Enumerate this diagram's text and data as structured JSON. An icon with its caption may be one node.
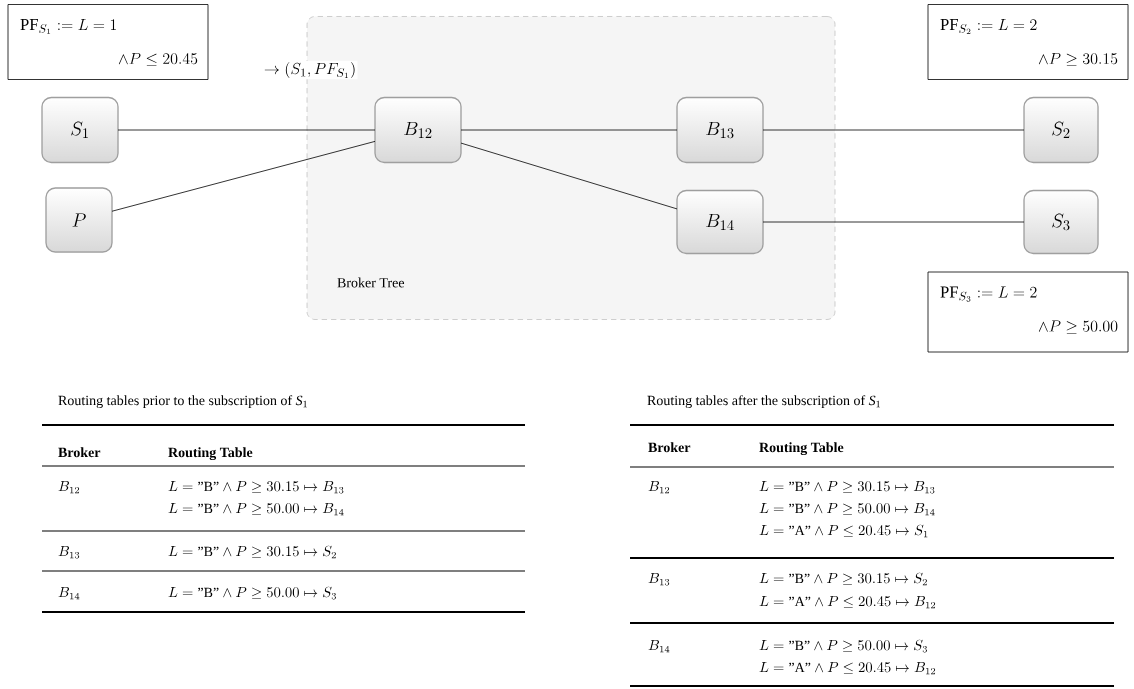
{
  "diagram": {
    "nodes": [
      {
        "text": [
          "\\mathrm{PF}_{S_1} := L = 1",
          "\\wedge P \\leq 20.45"
        ]
      },
      {
        "text": [
          "\\mathrm{PF}_{S_2} := L = 2",
          "\\wedge P \\geq 30.15"
        ]
      },
      {
        "text": [
          "S_1"
        ]
      },
      {
        "text": [
          "Broker Tree"
        ]
      },
      {
        "text": [
          "B_{12}"
        ],
        "in": 3
      },
      {
        "text": [
          "B_{13}"
        ],
        "in": 3
      },
      {
        "text": [
          "S_2"
        ]
      },
      {
        "text": [
          "P"
        ]
      },
      {
        "text": [
          "B_{14}"
        ],
        "in": 3
      },
      {
        "text": [
          "S_3"
        ]
      },
      {
        "text": [
          "\\mathrm{PF}_{S_3} := L = 2",
          "\\wedge P \\geq 50.00"
        ]
      }
    ],
    "edges": [
      {
        "from": 2,
        "to": 4,
        "arrow": "none",
        "label": "\\rightarrow (S_1, PF_{S_1})"
      },
      {
        "from": 7,
        "to": 4,
        "arrow": "none"
      },
      {
        "from": 4,
        "to": 5,
        "arrow": "none"
      },
      {
        "from": 4,
        "to": 8,
        "arrow": "none"
      },
      {
        "from": 5,
        "to": 6,
        "arrow": "none"
      },
      {
        "from": 8,
        "to": 9,
        "arrow": "none"
      }
    ],
    "labels": [
      "Routing tables prior to the subscription of *S*$_{1}$",
      "Broker",
      "Routing Table",
      "B_{12}",
      "L = \\text{\"B\"} \\wedge P \\geq 30.15 \\mapsto B_{13}",
      "L = \\text{\"B\"} \\wedge P \\geq 50.00 \\mapsto B_{14}",
      "B_{13}",
      "L = \\text{\"B\"} \\wedge P \\geq 30.15 \\mapsto S_2",
      "B_{14}",
      "L = \\text{\"B\"} \\wedge P \\geq 50.00 \\mapsto S_3",
      "Routing tables after the subscription of *S*$_{1}$",
      "Broker",
      "Routing Table",
      "B_{12}",
      "L = \\text{\"B\"} \\wedge P \\geq 30.15 \\mapsto B_{13}",
      "L = \\text{\"B\"} \\wedge P \\geq 50.00 \\mapsto B_{14}",
      "L = \\text{\"A\"} \\wedge P \\leq 20.45 \\mapsto S_1",
      "B_{13}",
      "L = \\text{\"B\"} \\wedge P \\geq 30.15 \\mapsto S_2",
      "L = \\text{\"A\"} \\wedge P \\leq 20.45 \\mapsto B_{12}",
      "B_{14}",
      "L = \\text{\"B\"} \\wedge P \\geq 50.00 \\mapsto S_3",
      "L = \\text{\"A\"} \\wedge P \\leq 20.45 \\mapsto B_{12}"
    ]
  }
}
